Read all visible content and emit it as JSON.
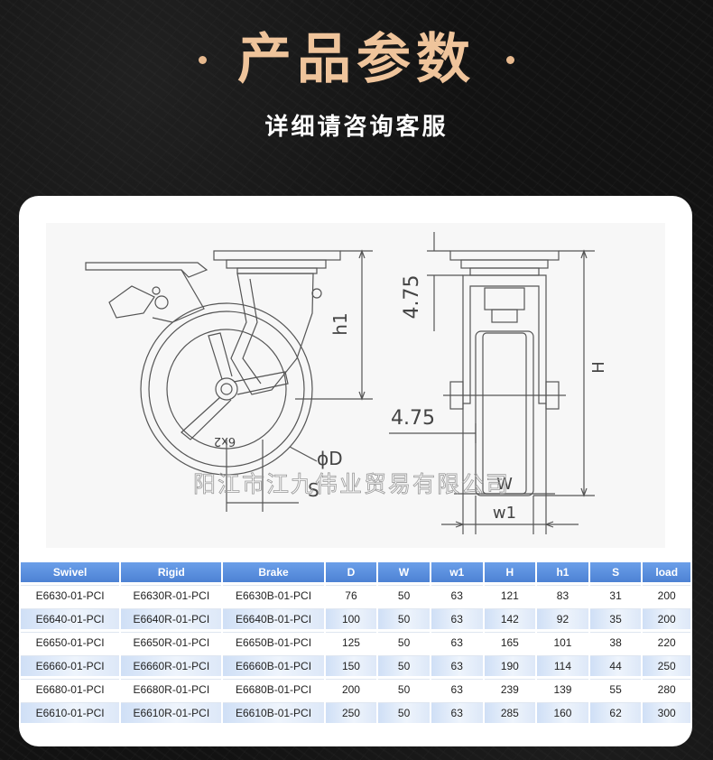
{
  "header": {
    "title": "产品参数",
    "subtitle": "详细请咨询客服"
  },
  "drawing": {
    "labels": {
      "h1": "h1",
      "dim_475_vertical": "4.75",
      "dim_475_horizontal": "4.75",
      "H": "H",
      "diameter": "ϕD",
      "S": "S",
      "W": "W",
      "w1": "w1",
      "wheel_mark": "6x2"
    },
    "watermark": "阳江市江九伟业贸易有限公司"
  },
  "table": {
    "columns": [
      "Swivel",
      "Rigid",
      "Brake",
      "D",
      "W",
      "w1",
      "H",
      "h1",
      "S",
      "load"
    ],
    "rows": [
      [
        "E6630-01-PCI",
        "E6630R-01-PCI",
        "E6630B-01-PCI",
        "76",
        "50",
        "63",
        "121",
        "83",
        "31",
        "200"
      ],
      [
        "E6640-01-PCI",
        "E6640R-01-PCI",
        "E6640B-01-PCI",
        "100",
        "50",
        "63",
        "142",
        "92",
        "35",
        "200"
      ],
      [
        "E6650-01-PCI",
        "E6650R-01-PCI",
        "E6650B-01-PCI",
        "125",
        "50",
        "63",
        "165",
        "101",
        "38",
        "220"
      ],
      [
        "E6660-01-PCI",
        "E6660R-01-PCI",
        "E6660B-01-PCI",
        "150",
        "50",
        "63",
        "190",
        "114",
        "44",
        "250"
      ],
      [
        "E6680-01-PCI",
        "E6680R-01-PCI",
        "E6680B-01-PCI",
        "200",
        "50",
        "63",
        "239",
        "139",
        "55",
        "280"
      ],
      [
        "E6610-01-PCI",
        "E6610R-01-PCI",
        "E6610B-01-PCI",
        "250",
        "50",
        "63",
        "285",
        "160",
        "62",
        "300"
      ]
    ]
  },
  "colors": {
    "title": "#efc49b",
    "header_blue": "#5a8fdd",
    "row_alt": "#d6e4f7"
  }
}
